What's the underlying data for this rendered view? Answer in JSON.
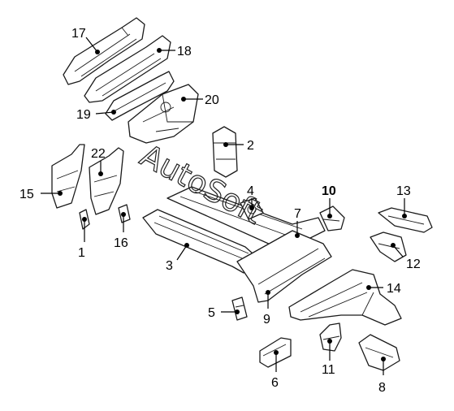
{
  "callouts": [
    {
      "id": "1",
      "text": "1"
    },
    {
      "id": "2",
      "text": "2"
    },
    {
      "id": "3",
      "text": "3"
    },
    {
      "id": "4",
      "text": "4"
    },
    {
      "id": "5",
      "text": "5"
    },
    {
      "id": "6",
      "text": "6"
    },
    {
      "id": "7",
      "text": "7"
    },
    {
      "id": "8",
      "text": "8"
    },
    {
      "id": "9",
      "text": "9"
    },
    {
      "id": "10",
      "text": "10"
    },
    {
      "id": "11",
      "text": "11"
    },
    {
      "id": "12",
      "text": "12"
    },
    {
      "id": "13",
      "text": "13"
    },
    {
      "id": "14",
      "text": "14"
    },
    {
      "id": "15",
      "text": "15"
    },
    {
      "id": "16",
      "text": "16"
    },
    {
      "id": "17",
      "text": "17"
    },
    {
      "id": "18",
      "text": "18"
    },
    {
      "id": "19",
      "text": "19"
    },
    {
      "id": "20",
      "text": "20"
    },
    {
      "id": "22",
      "text": "22"
    }
  ],
  "watermark": "AutoSoft"
}
